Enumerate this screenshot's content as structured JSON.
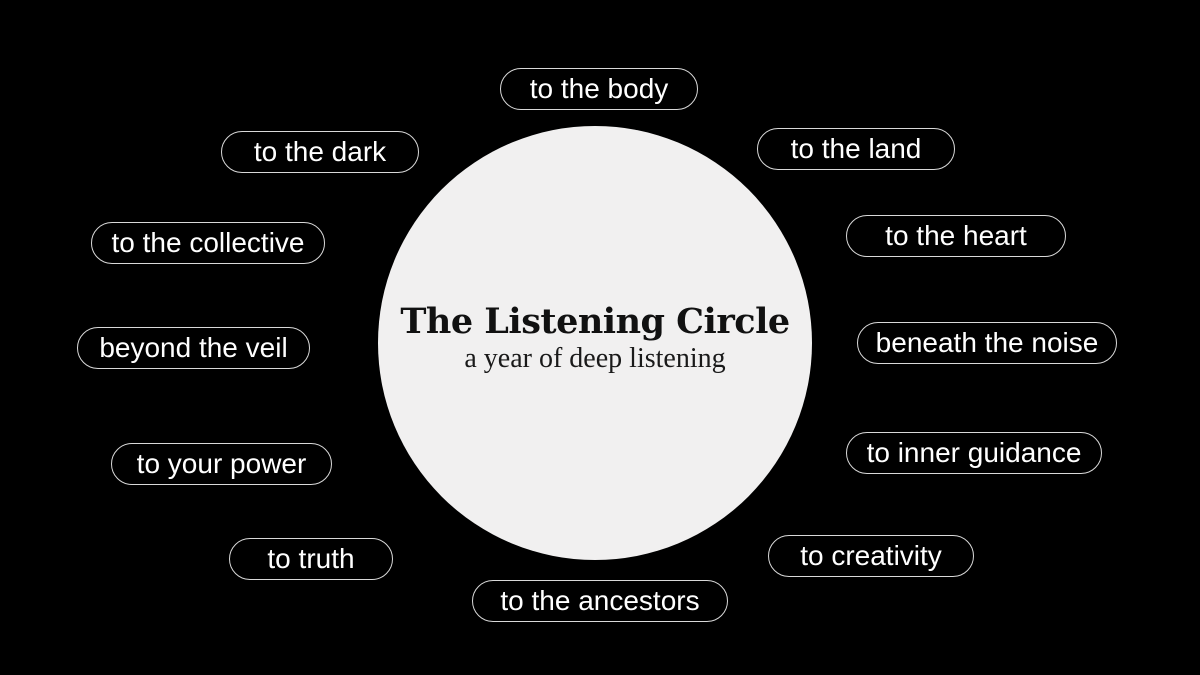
{
  "center": {
    "title": "The Listening Circle",
    "subtitle": "a year of deep listening"
  },
  "labels": {
    "body": "to the body",
    "land": "to the land",
    "heart": "to the heart",
    "noise": "beneath the noise",
    "inner_guidance": "to inner guidance",
    "creativity": "to creativity",
    "ancestors": "to the ancestors",
    "truth": "to truth",
    "power": "to your power",
    "veil": "beyond the veil",
    "collective": "to the collective",
    "dark": "to the dark"
  },
  "colors": {
    "background": "#000000",
    "circle": "#f1f0f0",
    "pill_border": "#d9d9d9",
    "pill_text": "#ffffff"
  }
}
